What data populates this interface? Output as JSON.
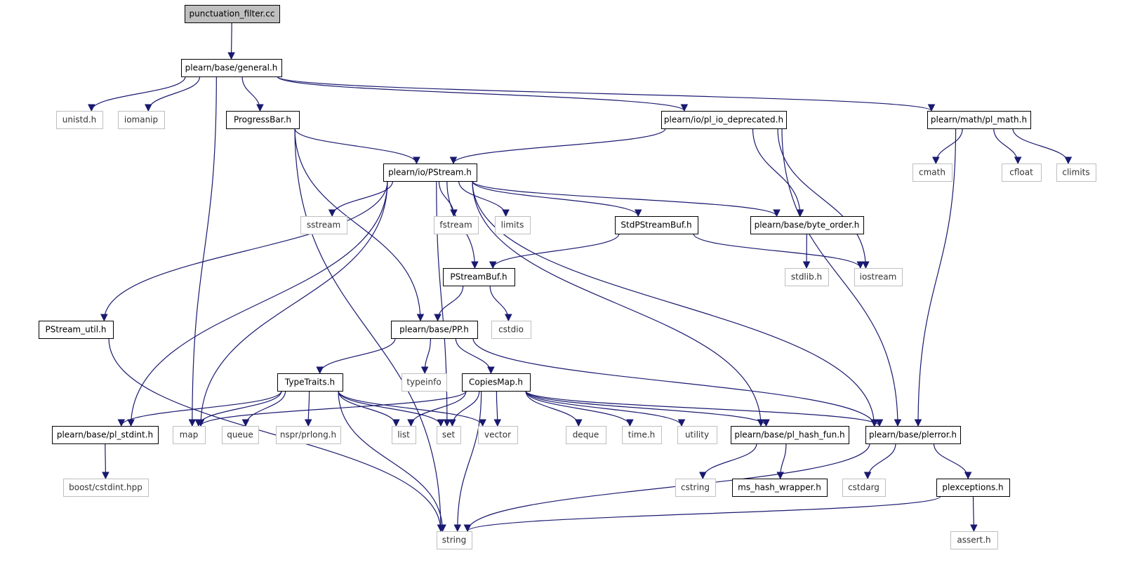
{
  "graph": {
    "edge_color": "#191970",
    "root_fill": "#bfbfbf",
    "project_border": "#000000",
    "external_border": "#bfbfbf",
    "nodes": [
      {
        "id": "punctuation_filter",
        "label": "punctuation_filter.cc",
        "kind": "root"
      },
      {
        "id": "general",
        "label": "plearn/base/general.h",
        "kind": "project"
      },
      {
        "id": "unistd",
        "label": "unistd.h",
        "kind": "external"
      },
      {
        "id": "iomanip",
        "label": "iomanip",
        "kind": "external"
      },
      {
        "id": "progressbar",
        "label": "ProgressBar.h",
        "kind": "project"
      },
      {
        "id": "pl_io_deprecated",
        "label": "plearn/io/pl_io_deprecated.h",
        "kind": "project"
      },
      {
        "id": "pl_math",
        "label": "plearn/math/pl_math.h",
        "kind": "project"
      },
      {
        "id": "cmath",
        "label": "cmath",
        "kind": "external"
      },
      {
        "id": "cfloat",
        "label": "cfloat",
        "kind": "external"
      },
      {
        "id": "climits",
        "label": "climits",
        "kind": "external"
      },
      {
        "id": "pstream",
        "label": "plearn/io/PStream.h",
        "kind": "project"
      },
      {
        "id": "sstream",
        "label": "sstream",
        "kind": "external"
      },
      {
        "id": "fstream",
        "label": "fstream",
        "kind": "external"
      },
      {
        "id": "limits",
        "label": "limits",
        "kind": "external"
      },
      {
        "id": "stdpstreambuf",
        "label": "StdPStreamBuf.h",
        "kind": "project"
      },
      {
        "id": "byte_order",
        "label": "plearn/base/byte_order.h",
        "kind": "project"
      },
      {
        "id": "stdlib",
        "label": "stdlib.h",
        "kind": "external"
      },
      {
        "id": "iostream",
        "label": "iostream",
        "kind": "external"
      },
      {
        "id": "pstreambuf",
        "label": "PStreamBuf.h",
        "kind": "project"
      },
      {
        "id": "cstdio",
        "label": "cstdio",
        "kind": "external"
      },
      {
        "id": "pstream_util",
        "label": "PStream_util.h",
        "kind": "project"
      },
      {
        "id": "pp",
        "label": "plearn/base/PP.h",
        "kind": "project"
      },
      {
        "id": "typetraits",
        "label": "TypeTraits.h",
        "kind": "project"
      },
      {
        "id": "typeinfo",
        "label": "typeinfo",
        "kind": "external"
      },
      {
        "id": "copiesmap",
        "label": "CopiesMap.h",
        "kind": "project"
      },
      {
        "id": "pl_stdint",
        "label": "plearn/base/pl_stdint.h",
        "kind": "project"
      },
      {
        "id": "map",
        "label": "map",
        "kind": "external"
      },
      {
        "id": "queue",
        "label": "queue",
        "kind": "external"
      },
      {
        "id": "prlong",
        "label": "nspr/prlong.h",
        "kind": "external"
      },
      {
        "id": "list",
        "label": "list",
        "kind": "external"
      },
      {
        "id": "set",
        "label": "set",
        "kind": "external"
      },
      {
        "id": "vector",
        "label": "vector",
        "kind": "external"
      },
      {
        "id": "deque",
        "label": "deque",
        "kind": "external"
      },
      {
        "id": "time",
        "label": "time.h",
        "kind": "external"
      },
      {
        "id": "utility",
        "label": "utility",
        "kind": "external"
      },
      {
        "id": "pl_hash_fun",
        "label": "plearn/base/pl_hash_fun.h",
        "kind": "project"
      },
      {
        "id": "plerror",
        "label": "plearn/base/plerror.h",
        "kind": "project"
      },
      {
        "id": "cstdint",
        "label": "boost/cstdint.hpp",
        "kind": "external"
      },
      {
        "id": "cstring",
        "label": "cstring",
        "kind": "external"
      },
      {
        "id": "ms_hash_wrapper",
        "label": "ms_hash_wrapper.h",
        "kind": "project"
      },
      {
        "id": "cstdarg",
        "label": "cstdarg",
        "kind": "external"
      },
      {
        "id": "plexceptions",
        "label": "plexceptions.h",
        "kind": "project"
      },
      {
        "id": "string",
        "label": "string",
        "kind": "external"
      },
      {
        "id": "assert",
        "label": "assert.h",
        "kind": "external"
      }
    ],
    "edges": [
      [
        "punctuation_filter",
        "general"
      ],
      [
        "general",
        "unistd"
      ],
      [
        "general",
        "iomanip"
      ],
      [
        "general",
        "map"
      ],
      [
        "general",
        "progressbar"
      ],
      [
        "general",
        "pl_io_deprecated"
      ],
      [
        "general",
        "pl_math"
      ],
      [
        "progressbar",
        "string"
      ],
      [
        "progressbar",
        "pp"
      ],
      [
        "progressbar",
        "pstream"
      ],
      [
        "pl_io_deprecated",
        "pstream"
      ],
      [
        "pl_io_deprecated",
        "plerror"
      ],
      [
        "pl_io_deprecated",
        "byte_order"
      ],
      [
        "pl_io_deprecated",
        "iostream"
      ],
      [
        "pl_math",
        "cmath"
      ],
      [
        "pl_math",
        "cfloat"
      ],
      [
        "pl_math",
        "climits"
      ],
      [
        "pl_math",
        "plerror"
      ],
      [
        "pstream",
        "pstream_util"
      ],
      [
        "pstream",
        "pl_stdint"
      ],
      [
        "pstream",
        "map"
      ],
      [
        "pstream",
        "sstream"
      ],
      [
        "pstream",
        "set"
      ],
      [
        "pstream",
        "pstreambuf"
      ],
      [
        "pstream",
        "fstream"
      ],
      [
        "pstream",
        "limits"
      ],
      [
        "pstream",
        "pl_hash_fun"
      ],
      [
        "pstream",
        "plerror"
      ],
      [
        "pstream",
        "stdpstreambuf"
      ],
      [
        "pstream",
        "byte_order"
      ],
      [
        "stdpstreambuf",
        "pstreambuf"
      ],
      [
        "stdpstreambuf",
        "iostream"
      ],
      [
        "byte_order",
        "stdlib"
      ],
      [
        "pstreambuf",
        "pp"
      ],
      [
        "pstreambuf",
        "cstdio"
      ],
      [
        "pstream_util",
        "string"
      ],
      [
        "pp",
        "typetraits"
      ],
      [
        "pp",
        "typeinfo"
      ],
      [
        "pp",
        "copiesmap"
      ],
      [
        "pp",
        "plerror"
      ],
      [
        "typetraits",
        "pl_stdint"
      ],
      [
        "typetraits",
        "map"
      ],
      [
        "typetraits",
        "queue"
      ],
      [
        "typetraits",
        "prlong"
      ],
      [
        "typetraits",
        "list"
      ],
      [
        "typetraits",
        "set"
      ],
      [
        "typetraits",
        "vector"
      ],
      [
        "typetraits",
        "string"
      ],
      [
        "copiesmap",
        "map"
      ],
      [
        "copiesmap",
        "list"
      ],
      [
        "copiesmap",
        "set"
      ],
      [
        "copiesmap",
        "vector"
      ],
      [
        "copiesmap",
        "deque"
      ],
      [
        "copiesmap",
        "time"
      ],
      [
        "copiesmap",
        "utility"
      ],
      [
        "copiesmap",
        "pl_hash_fun"
      ],
      [
        "copiesmap",
        "plerror"
      ],
      [
        "copiesmap",
        "string"
      ],
      [
        "pl_stdint",
        "cstdint"
      ],
      [
        "pl_hash_fun",
        "cstring"
      ],
      [
        "pl_hash_fun",
        "ms_hash_wrapper"
      ],
      [
        "plerror",
        "cstdarg"
      ],
      [
        "plerror",
        "plexceptions"
      ],
      [
        "plerror",
        "string"
      ],
      [
        "plexceptions",
        "string"
      ],
      [
        "plexceptions",
        "assert"
      ]
    ]
  }
}
